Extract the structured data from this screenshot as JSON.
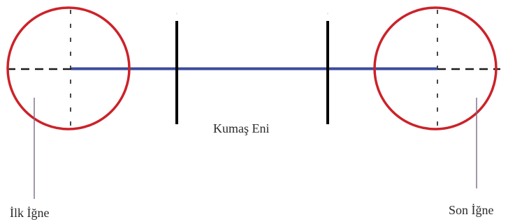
{
  "labels": {
    "fabric_width": "Kumaş Eni",
    "first_needle": "İlk İğne",
    "last_needle": "Son İğne"
  },
  "colors": {
    "fabric_line": "#3c4a9c",
    "highlight_circle": "#cc2229",
    "needle_dash": "#1a1a1a",
    "edge_mark": "#000000",
    "pointer_line": "#7a6a86"
  }
}
